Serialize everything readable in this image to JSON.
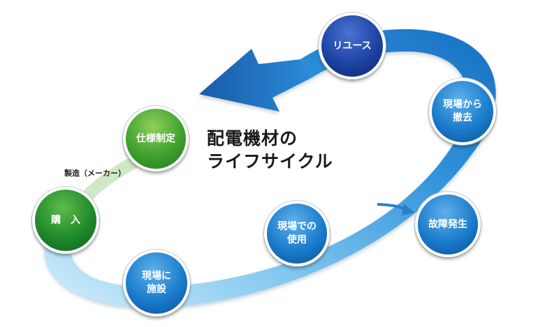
{
  "title": "配電機材の\nライフサイクル",
  "manufacture_label": "製造（メーカー）",
  "nodes": {
    "spec": "仕様制定",
    "purchase": "購　入",
    "install": "現場に\n施設",
    "use": "現場での\n使用",
    "failure": "故障発生",
    "removal": "現場から\n撤去",
    "reuse": "リユース"
  },
  "colors": {
    "band_light": "#bfe3f7",
    "band_dark": "#1f7fcf",
    "green": "#3fa12f",
    "blue": "#1a7ccc",
    "navy": "#1d42a4"
  }
}
